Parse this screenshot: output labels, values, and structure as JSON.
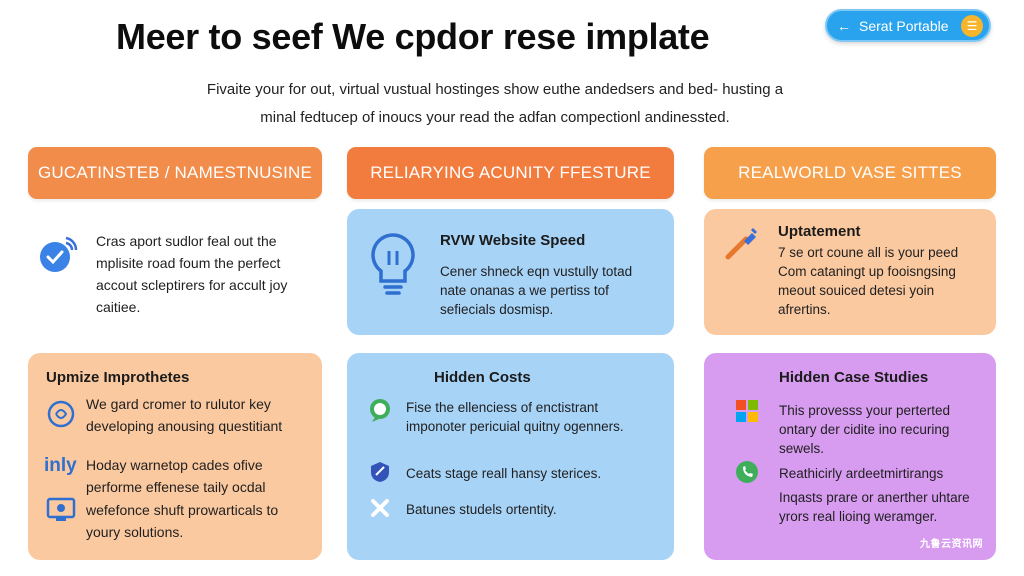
{
  "header": {
    "title": "Meer to seef We cpdor rese implate",
    "portal_button_label": "Serat Portable",
    "subtitle_line1": "Fivaite your for out, virtual vustual hostinges show euthe andedsers and bed- husting a",
    "subtitle_line2": "minal fedtucep of inoucs your read the adfan compectionl andinessted."
  },
  "columns": {
    "col1_header": "GUCATINSTEB / NAMESTNUSINE",
    "col2_header": "RELIARYING ACUNITY FFESTURE",
    "col3_header": "REALWORLD VASE SITTES"
  },
  "col1": {
    "intro_text": "Cras aport sudlor feal out the mplisite road foum the perfect accout scleptirers for accult joy caitiee.",
    "card_title": "Upmize Improthetes",
    "item1_text": "We gard cromer to rulutor key developing anousing questitiant",
    "item2_label": "inly",
    "item2_text": "Hoday warnetop cades ofive performe effenese taily ocdal",
    "item3_text": "wefefonce shuft prowarticals to youry solutions."
  },
  "col2": {
    "card1_title": "RVW Website Speed",
    "card1_text": "Cener shneck eqn vustully totad nate onanas a we pertiss tof sefiecials dosmisp.",
    "card2_title": "Hidden Costs",
    "card2_item1": "Fise the ellenciess of enctistrant imponoter pericuial quitny ogenners.",
    "card2_item2": "Ceats stage reall hansy sterices.",
    "card2_item3": "Batunes studels ortentity."
  },
  "col3": {
    "card1_title": "Uptatement",
    "card1_line1": "7 se ort coune all is your peed",
    "card1_text": "Com cataningt up fooisngsing meout souiced detesi yoin afrertins.",
    "card2_title": "Hidden Case Studies",
    "card2_item1": "This provesss your perterted ontary der cidite ino recuring sewels.",
    "card2_item2": "Reathicirly ardeetmirtirangs",
    "card2_item3": "Inqasts prare or anerther uhtare yrors real lioing weramger."
  },
  "watermark": "九鲁云资讯网",
  "colors": {
    "orange": "#f28c4a",
    "blue_card": "#a7d3f7",
    "peach_card": "#fbc9a0",
    "purple_card": "#d79cf0",
    "portal_blue": "#2aa3ef"
  }
}
